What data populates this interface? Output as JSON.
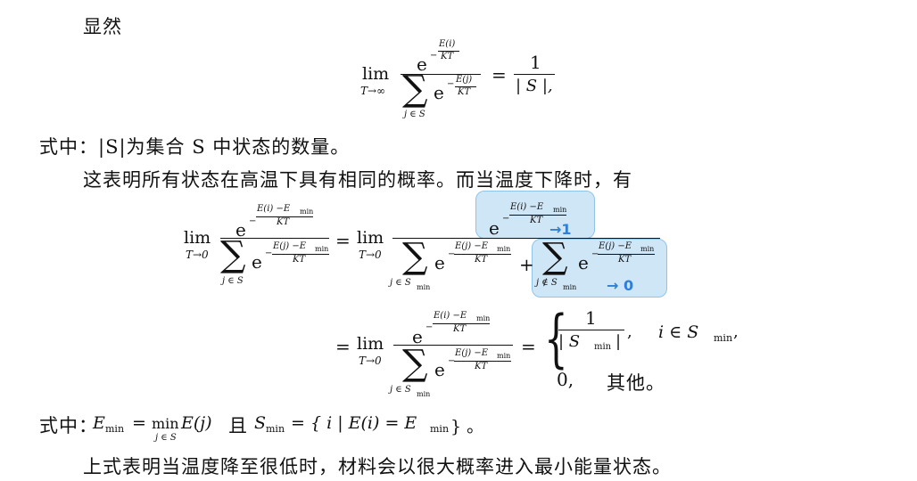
{
  "text": {
    "xianran": "显然",
    "line_s_def": "式中：|S|为集合 S 中状态的数量。",
    "line_high_temp": "这表明所有状态在高温下具有相同的概率。而当温度下降时，有",
    "line_emin_prefix": "式中：",
    "line_emin_qie": "且",
    "line_conclusion": "上式表明当温度降至很低时，材料会以很大概率进入最小能量状态。",
    "qita": "其他。"
  },
  "math": {
    "lim": "lim",
    "T_inf": "T→∞",
    "T_0": "T→0",
    "e": "e",
    "exp_Ei_KT_num": "E(i)",
    "exp_Ej_KT_num": "E(j)",
    "KT": "KT",
    "minus": "−",
    "sum": "∑",
    "j_in_S": "j ∈ S",
    "j_in_Smin": "j ∈ S",
    "j_notin_Smin": "j ∉ S",
    "min_sub": "min",
    "eq": "=",
    "one": "1",
    "abs_S": "| S |,",
    "exp_Ei_Emin": "E(i) −E",
    "exp_Ej_Emin": "E(j) −E",
    "plus": "+",
    "abs_Smin": "| S",
    "abs_close": "|",
    "comma": ",",
    "i_in_Smin": "i ∈ S",
    "zero": "0,",
    "E": "E",
    "min_op": "min",
    "E_of_j": "E(j)",
    "S_min_set": "S",
    "set_def": "= { i | E(i) = E",
    "set_close": "} 。",
    "comma2": ","
  },
  "annotations": {
    "arrow_one": "→1",
    "arrow_zero": "→ 0"
  }
}
